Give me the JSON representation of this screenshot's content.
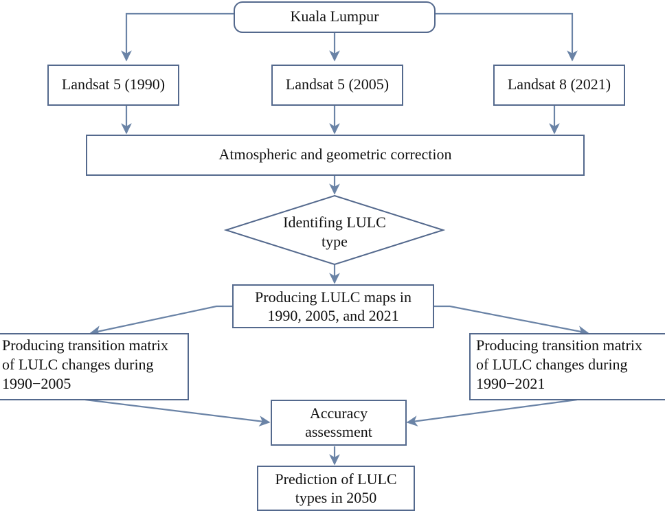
{
  "diagram": {
    "title": "Kuala Lumpur LULC methodology flowchart",
    "colors": {
      "box_border": "#54698d",
      "connector": "#6a83a6",
      "box_fill": "#ffffff",
      "text": "#111111",
      "background": "#ffffff"
    },
    "nodes": [
      {
        "id": "kuala-lumpur",
        "shape": "rounded-rectangle",
        "lines": [
          "Kuala Lumpur"
        ],
        "align": "center"
      },
      {
        "id": "landsat-5-1990",
        "shape": "rectangle",
        "lines": [
          "Landsat 5 (1990)"
        ],
        "align": "center"
      },
      {
        "id": "landsat-5-2005",
        "shape": "rectangle",
        "lines": [
          "Landsat 5 (2005)"
        ],
        "align": "center"
      },
      {
        "id": "landsat-8-2021",
        "shape": "rectangle",
        "lines": [
          "Landsat 8 (2021)"
        ],
        "align": "center"
      },
      {
        "id": "atmospheric-correction",
        "shape": "rectangle",
        "lines": [
          "Atmospheric and geometric correction"
        ],
        "align": "center"
      },
      {
        "id": "identifying-lulc-type",
        "shape": "diamond",
        "lines": [
          "Identifing LULC",
          "type"
        ],
        "align": "center"
      },
      {
        "id": "producing-lulc-maps",
        "shape": "rectangle",
        "lines": [
          "Producing LULC maps in",
          "1990, 2005, and 2021"
        ],
        "align": "center"
      },
      {
        "id": "transition-matrix-1990-2005",
        "shape": "rectangle",
        "lines": [
          "Producing transition matrix",
          "of LULC changes during",
          "1990−2005"
        ],
        "align": "left"
      },
      {
        "id": "transition-matrix-1990-2021",
        "shape": "rectangle",
        "lines": [
          "Producing transition matrix",
          "of LULC changes during",
          "1990−2021"
        ],
        "align": "left"
      },
      {
        "id": "accuracy-assessment",
        "shape": "rectangle",
        "lines": [
          "Accuracy",
          "assessment"
        ],
        "align": "center"
      },
      {
        "id": "prediction-2050",
        "shape": "rectangle",
        "lines": [
          "Prediction of LULC",
          "types in 2050"
        ],
        "align": "center"
      }
    ],
    "edges": [
      {
        "from": "kuala-lumpur",
        "to": "landsat-5-1990",
        "style": "elbow-left"
      },
      {
        "from": "kuala-lumpur",
        "to": "landsat-5-2005",
        "style": "straight-down"
      },
      {
        "from": "kuala-lumpur",
        "to": "landsat-8-2021",
        "style": "elbow-right"
      },
      {
        "from": "landsat-5-1990",
        "to": "atmospheric-correction",
        "style": "straight-down"
      },
      {
        "from": "landsat-5-2005",
        "to": "atmospheric-correction",
        "style": "straight-down"
      },
      {
        "from": "landsat-8-2021",
        "to": "atmospheric-correction",
        "style": "straight-down"
      },
      {
        "from": "atmospheric-correction",
        "to": "identifying-lulc-type",
        "style": "straight-down"
      },
      {
        "from": "identifying-lulc-type",
        "to": "producing-lulc-maps",
        "style": "straight-down"
      },
      {
        "from": "producing-lulc-maps",
        "to": "transition-matrix-1990-2005",
        "style": "elbow-diagonal-left"
      },
      {
        "from": "producing-lulc-maps",
        "to": "transition-matrix-1990-2021",
        "style": "elbow-diagonal-right"
      },
      {
        "from": "transition-matrix-1990-2005",
        "to": "accuracy-assessment",
        "style": "diagonal-right"
      },
      {
        "from": "transition-matrix-1990-2021",
        "to": "accuracy-assessment",
        "style": "diagonal-left"
      },
      {
        "from": "accuracy-assessment",
        "to": "prediction-2050",
        "style": "straight-down"
      }
    ]
  }
}
